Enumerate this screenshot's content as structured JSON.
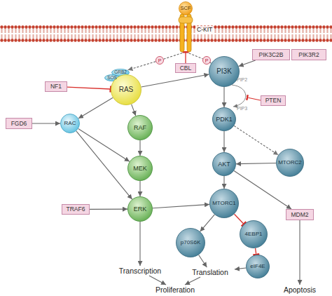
{
  "diagram": {
    "nodes": [
      {
        "text": [
          "SCF"
        ]
      },
      {
        "text": [
          "C-KIT"
        ]
      },
      {
        "text": [
          "P"
        ]
      },
      {
        "text": [
          "P"
        ]
      },
      {
        "text": [
          "GRB2"
        ]
      },
      {
        "text": [
          "SOS"
        ]
      },
      {
        "text": [
          "CBL"
        ]
      },
      {
        "text": [
          "NF1"
        ]
      },
      {
        "text": [
          "RAS"
        ]
      },
      {
        "text": [
          "PI3K"
        ]
      },
      {
        "text": [
          "PIK3C2B"
        ]
      },
      {
        "text": [
          "PIK3R2"
        ]
      },
      {
        "text": [
          "PTEN"
        ]
      },
      {
        "text": [
          "PDK1"
        ]
      },
      {
        "text": [
          "FGD6"
        ]
      },
      {
        "text": [
          "RAC"
        ]
      },
      {
        "text": [
          "RAF"
        ]
      },
      {
        "text": [
          "MEK"
        ]
      },
      {
        "text": [
          "ERK"
        ]
      },
      {
        "text": [
          "TRAF6"
        ]
      },
      {
        "text": [
          "AKT"
        ]
      },
      {
        "text": [
          "MTORC2"
        ]
      },
      {
        "text": [
          "MTORC1"
        ]
      },
      {
        "text": [
          "p70S6K"
        ]
      },
      {
        "text": [
          "4EBP1"
        ]
      },
      {
        "text": [
          "eIF4E"
        ]
      },
      {
        "text": [
          "MDM2"
        ]
      },
      {
        "text": [
          "Transcription"
        ]
      },
      {
        "text": [
          "Translation"
        ]
      },
      {
        "text": [
          "Proliferation"
        ]
      },
      {
        "text": [
          "Apoptosis"
        ]
      }
    ],
    "edges": [
      {
        "from": 1,
        "to": 2,
        "arrow": "none"
      },
      {
        "from": 2,
        "to": 4,
        "arrow": "to"
      },
      {
        "from": 1,
        "to": 3,
        "arrow": "none"
      },
      {
        "from": 3,
        "to": 9,
        "arrow": "to"
      },
      {
        "from": 6,
        "to": 1,
        "arrow": "to"
      },
      {
        "from": 7,
        "to": 8,
        "arrow": "to"
      },
      {
        "from": 8,
        "to": 9,
        "arrow": "to"
      },
      {
        "from": 8,
        "to": 15,
        "arrow": "to"
      },
      {
        "from": 8,
        "to": 16,
        "arrow": "to"
      },
      {
        "from": 10,
        "to": 9,
        "arrow": "to"
      },
      {
        "from": 9,
        "to": 13,
        "arrow": "to"
      },
      {
        "from": 13,
        "to": 20,
        "arrow": "to"
      },
      {
        "from": 13,
        "to": 21,
        "arrow": "to"
      },
      {
        "from": 21,
        "to": 20,
        "arrow": "to"
      },
      {
        "from": 14,
        "to": 15,
        "arrow": "to"
      },
      {
        "from": 15,
        "to": 17,
        "arrow": "to"
      },
      {
        "from": 15,
        "to": 18,
        "arrow": "to"
      },
      {
        "from": 16,
        "to": 17,
        "arrow": "to"
      },
      {
        "from": 17,
        "to": 18,
        "arrow": "to"
      },
      {
        "from": 19,
        "to": 18,
        "arrow": "to"
      },
      {
        "from": 18,
        "to": 22,
        "arrow": "to"
      },
      {
        "from": 18,
        "to": 27,
        "arrow": "to"
      },
      {
        "from": 20,
        "to": 22,
        "arrow": "to"
      },
      {
        "from": 20,
        "to": 26,
        "arrow": "to"
      },
      {
        "from": 22,
        "to": 23,
        "arrow": "to"
      },
      {
        "from": 22,
        "to": 24,
        "arrow": "to"
      },
      {
        "from": 24,
        "to": 25,
        "arrow": "to"
      },
      {
        "from": 23,
        "to": 28,
        "arrow": "to"
      },
      {
        "from": 25,
        "to": 28,
        "arrow": "to"
      },
      {
        "from": 27,
        "to": 29,
        "arrow": "to"
      },
      {
        "from": 28,
        "to": 29,
        "arrow": "to"
      },
      {
        "from": 26,
        "to": 30,
        "arrow": "to"
      }
    ],
    "labels": [
      "PIP2",
      "PIP3"
    ]
  }
}
